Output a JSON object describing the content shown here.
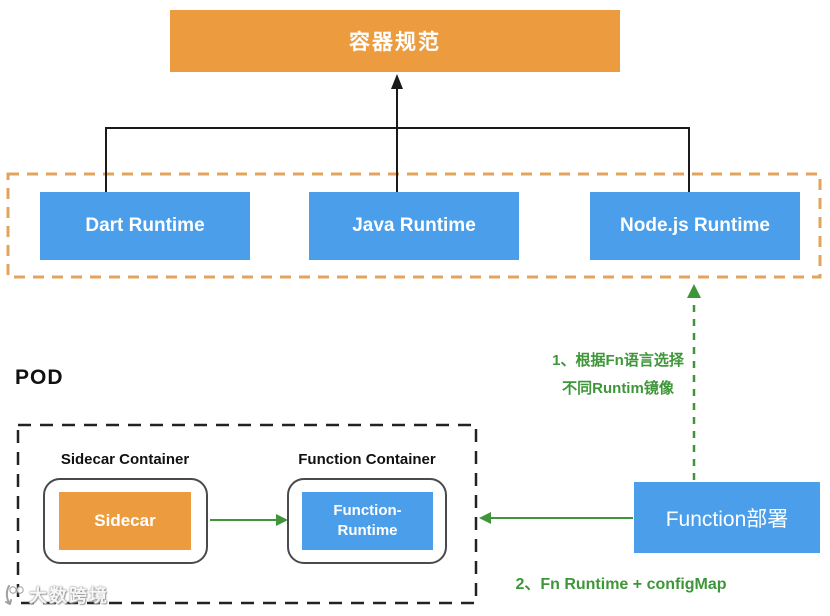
{
  "colors": {
    "orange": "#EC9C3E",
    "blue": "#4A9EEA",
    "green": "#3E9639",
    "dash-orange": "#E1A45F",
    "line-black": "#1a1a1a"
  },
  "top_box": {
    "label": "容器规范"
  },
  "runtimes": [
    {
      "label": "Dart Runtime"
    },
    {
      "label": "Java Runtime"
    },
    {
      "label": "Node.js Runtime"
    }
  ],
  "pod": {
    "label": "POD",
    "sidecar": {
      "title": "Sidecar Container",
      "label": "Sidecar"
    },
    "function": {
      "title": "Function Container",
      "label_line1": "Function-",
      "label_line2": "Runtime"
    }
  },
  "deploy": {
    "label": "Function部署"
  },
  "annotations": {
    "step1_line1": "1、根据Fn语言选择",
    "step1_line2": "不同Runtim镜像",
    "step2": "2、Fn Runtime + configMap"
  },
  "watermark": {
    "text": "大数跨境"
  }
}
